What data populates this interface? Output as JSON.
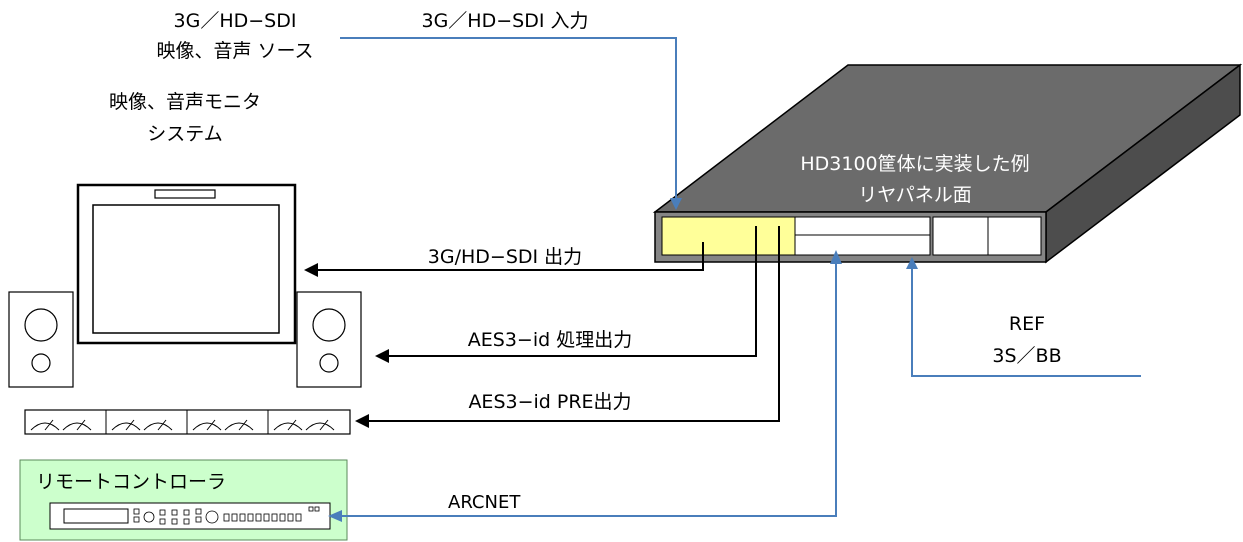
{
  "source": {
    "line1": "3G／HD−SDI",
    "line2": "映像、音声 ソース",
    "input_label": "3G／HD−SDI  入力"
  },
  "monitor": {
    "line1": "映像、音声モニタ",
    "line2": "システム"
  },
  "device": {
    "line1": "HD3100筐体に実装した例",
    "line2": "リヤパネル面"
  },
  "outputs": {
    "sdi": "3G/HD−SDI  出力",
    "aes_proc": "AES3−id 処理出力",
    "aes_pre": "AES3−id PRE出力"
  },
  "ref": {
    "line1": "REF",
    "line2": "3S／BB"
  },
  "remote": {
    "title": "リモートコントローラ",
    "network": "ARCNET"
  },
  "colors": {
    "device_top": "#6b6b6b",
    "device_front": "#858585",
    "highlight_panel": "#ffff99",
    "remote_bg": "#ccffcc",
    "blue_line": "#4a7ebb",
    "black_line": "#000000"
  }
}
